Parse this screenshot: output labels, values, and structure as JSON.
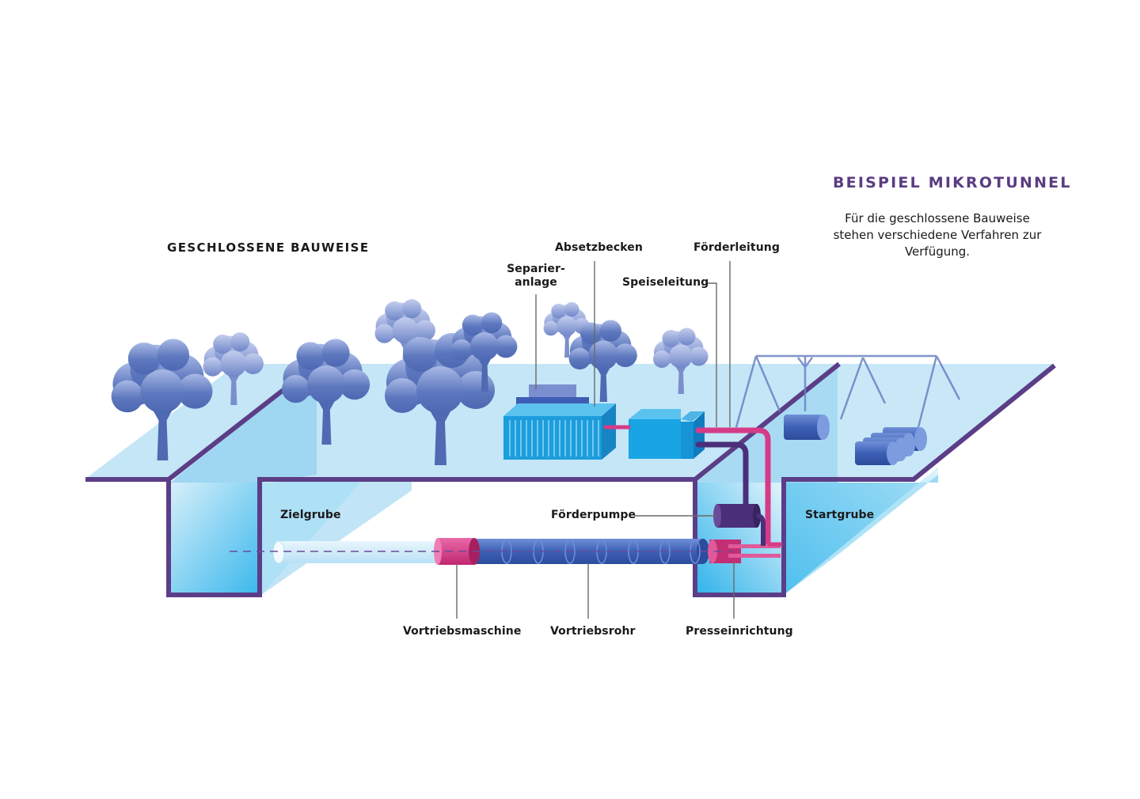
{
  "title": "BEISPIEL MIKROTUNNEL",
  "description": "Für die geschlossene Bauweise stehen verschiedene Verfahren zur Verfügung.",
  "section_heading": "GESCHLOSSENE BAUWEISE",
  "labels": {
    "separieranlage_1": "Separier-",
    "separieranlage_2": "anlage",
    "absetzbecken": "Absetzbecken",
    "foerderleitung": "Förderleitung",
    "speiseleitung": "Speiseleitung",
    "zielgrube": "Zielgrube",
    "foerderpumpe": "Förderpumpe",
    "startgrube": "Startgrube",
    "vortriebsmaschine": "Vortriebsmaschine",
    "vortriebsrohr": "Vortriebsrohr",
    "presseinrichtung": "Presseinrichtung"
  },
  "colors": {
    "ground_surface": "#bfe4f6",
    "ground_edge": "#5b3e87",
    "pit_fill": "#7dcdf0",
    "tree": "#5571b8",
    "pipe_pink": "#d63b87",
    "pipe_purple": "#4b2f7a",
    "container": "#1aa8e6",
    "tunnel_pipe": "#4a6bbd",
    "machine": "#d63b87",
    "title": "#5a3c82"
  }
}
